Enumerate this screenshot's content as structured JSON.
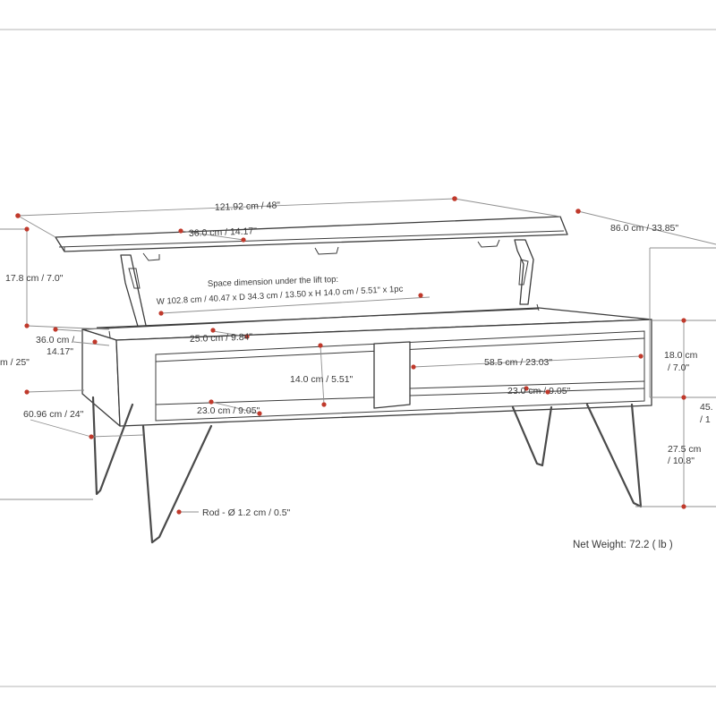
{
  "labels": {
    "overall_length": "121.92 cm / 48\"",
    "top_depth_inner": "36.0 cm / 14.17\"",
    "overall_depth": "86.0 cm / 33.85\"",
    "lift_height": "17.8 cm / 7.0\"",
    "space_title": "Space dimension under the lift top:",
    "space_dims": "W 102.8 cm / 40.47 x D 34.3 cm / 13.50 x H 14.0 cm / 5.51\" x 1pc",
    "lower_top_depth_1": "36.0 cm /",
    "lower_top_depth_2": "14.17\"",
    "height_partial": "m / 25\"",
    "top_width_inner": "25.0 cm / 9.84\"",
    "compartment_height": "14.0 cm / 5.51\"",
    "right_comp_width": "58.5 cm / 23.03\"",
    "right_shelf_depth": "23.0 cm / 9.05\"",
    "left_shelf_depth": "23.0 cm / 9.05\"",
    "body_width": "60.96 cm / 24\"",
    "cabinet_height_1": "18.0 cm",
    "cabinet_height_2": "/ 7.0\"",
    "leg_height_1": "27.5 cm",
    "leg_height_2": "/ 10.8\"",
    "total_height_1": "45.",
    "total_height_2": "/ 1",
    "rod": "Rod - Ø 1.2 cm / 0.5\"",
    "net_weight": "Net Weight: 72.2 ( lb )"
  },
  "colors": {
    "dimension_dot": "#c0392b",
    "outline": "#3c3c3c",
    "dimension_line": "#8f8f8f"
  }
}
